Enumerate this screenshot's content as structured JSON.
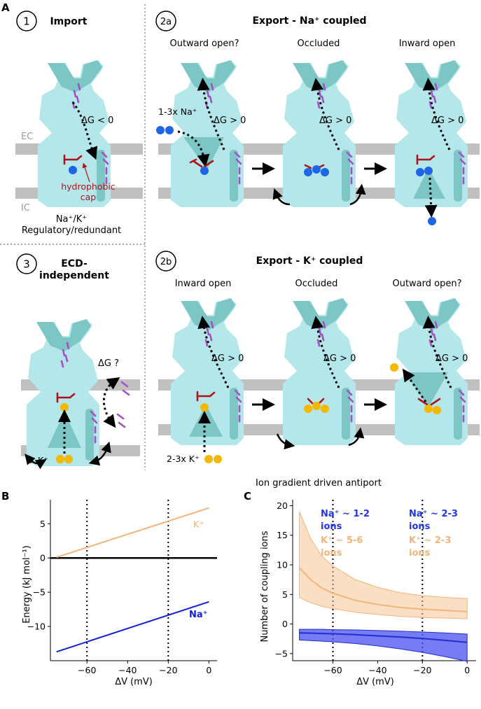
{
  "figure": {
    "panelA": {
      "letter": "A",
      "section1": {
        "num": "1",
        "title": "Import",
        "dg": "ΔG < 0",
        "ec": "EC",
        "ic": "IC",
        "cap1": "hydrophobic",
        "cap2": "cap",
        "role1": "Na⁺/K⁺",
        "role2": "Regulatory/redundant"
      },
      "section2a": {
        "num": "2a",
        "title": "Export - Na⁺ coupled",
        "states": [
          "Outward open?",
          "Occluded",
          "Inward open"
        ],
        "dg": [
          "ΔG > 0",
          "ΔG > 0",
          "ΔG > 0"
        ],
        "ions": "1-3x Na⁺"
      },
      "section2b": {
        "num": "2b",
        "title": "Export - K⁺ coupled",
        "states": [
          "Inward open",
          "Occluded",
          "Outward open?"
        ],
        "dg": [
          "ΔG > 0",
          "ΔG > 0",
          "ΔG > 0"
        ],
        "ions": "2-3x K⁺",
        "caption": "Ion gradient driven antiport"
      },
      "section3": {
        "num": "3",
        "title1": "ECD-",
        "title2": "independent",
        "dg": "ΔG ?",
        "ions": "?x K⁺"
      }
    },
    "colors": {
      "protein": "#b3e7ea",
      "protein_dark": "#7cc6c6",
      "helix": "#a64dc8",
      "membrane": "#c0c0c0",
      "na_ion": "#1f66e5",
      "k_ion": "#f5b800",
      "cap": "#b0121b",
      "k_line": "#f1b579",
      "na_line": "#1020d8"
    }
  },
  "chart_data": [
    {
      "panel": "B",
      "type": "line",
      "xlabel": "ΔV (mV)",
      "ylabel": "Energy (kJ mol⁻¹)",
      "xlim": [
        -78,
        4
      ],
      "ylim": [
        -15,
        8.5
      ],
      "xticks": [
        -60,
        -40,
        -20,
        0
      ],
      "yticks": [
        -10,
        -5,
        0,
        5
      ],
      "xtick_labels": [
        "−60",
        "−40",
        "−20",
        "0"
      ],
      "ytick_labels": [
        "−10",
        "−5",
        "0",
        "5"
      ],
      "vlines": [
        -60,
        -20
      ],
      "hline": 0,
      "series": [
        {
          "name": "K⁺",
          "x": [
            -75,
            0
          ],
          "values": [
            0.1,
            7.3
          ]
        },
        {
          "name": "Na⁺",
          "x": [
            -75,
            0
          ],
          "values": [
            -13.7,
            -6.4
          ]
        }
      ]
    },
    {
      "panel": "C",
      "type": "area",
      "xlabel": "ΔV (mV)",
      "ylabel": "Number of coupling ions",
      "xlim": [
        -78,
        4
      ],
      "ylim": [
        -6.2,
        21
      ],
      "xticks": [
        -60,
        -40,
        -20,
        0
      ],
      "yticks": [
        -5,
        0,
        5,
        10,
        15,
        20
      ],
      "xtick_labels": [
        "−60",
        "−40",
        "−20",
        "0"
      ],
      "ytick_labels": [
        "−5",
        "0",
        "5",
        "10",
        "15",
        "20"
      ],
      "vlines": [
        -60,
        -20
      ],
      "annotations": [
        {
          "lines": [
            "Na⁺ ~ 1-2",
            "ions"
          ],
          "color": "na"
        },
        {
          "lines": [
            "K⁺ ~ 5-6",
            "ions"
          ],
          "color": "k"
        },
        {
          "lines": [
            "Na⁺ ~ 2-3",
            "ions"
          ],
          "color": "na"
        },
        {
          "lines": [
            "K⁺ ~ 2-3",
            "ions"
          ],
          "color": "k"
        }
      ],
      "series": [
        {
          "name": "K⁺",
          "x": [
            -75,
            -70,
            -65,
            -60,
            -50,
            -40,
            -30,
            -20,
            -10,
            0
          ],
          "values": [
            9.5,
            7.5,
            6.1,
            5.2,
            4.0,
            3.3,
            2.8,
            2.5,
            2.3,
            2.1
          ],
          "upper": [
            19.0,
            14.5,
            11.5,
            9.8,
            7.5,
            6.2,
            5.3,
            4.8,
            4.5,
            4.3
          ],
          "lower": [
            4.5,
            3.6,
            3.0,
            2.6,
            2.0,
            1.6,
            1.3,
            1.1,
            1.0,
            0.9
          ]
        },
        {
          "name": "Na⁺",
          "x": [
            -75,
            -70,
            -65,
            -60,
            -50,
            -40,
            -30,
            -20,
            -10,
            0
          ],
          "values": [
            -1.5,
            -1.55,
            -1.6,
            -1.65,
            -1.8,
            -2.0,
            -2.2,
            -2.45,
            -2.75,
            -3.1
          ],
          "upper": [
            -0.9,
            -0.9,
            -0.9,
            -0.95,
            -1.0,
            -1.1,
            -1.2,
            -1.35,
            -1.5,
            -1.7
          ],
          "lower": [
            -2.7,
            -2.8,
            -2.9,
            -3.0,
            -3.3,
            -3.7,
            -4.2,
            -4.8,
            -5.5,
            -6.3
          ]
        }
      ]
    }
  ]
}
